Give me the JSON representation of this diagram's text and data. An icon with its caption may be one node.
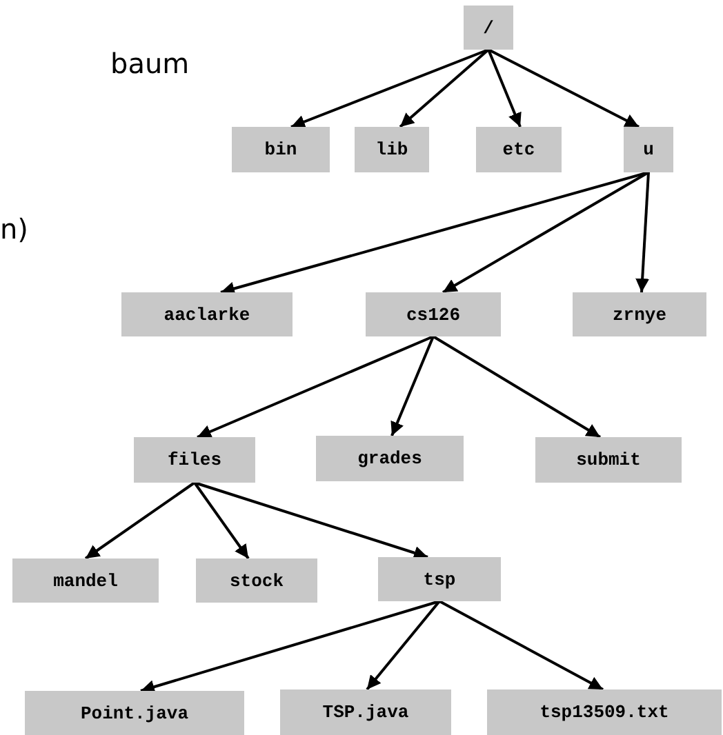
{
  "diagram": {
    "nodes": [
      {
        "text": [
          "/"
        ]
      },
      {
        "text": [
          "bin"
        ]
      },
      {
        "text": [
          "lib"
        ]
      },
      {
        "text": [
          "etc"
        ]
      },
      {
        "text": [
          "u"
        ]
      },
      {
        "text": [
          "aaclarke"
        ]
      },
      {
        "text": [
          "cs126"
        ]
      },
      {
        "text": [
          "zrnye"
        ]
      },
      {
        "text": [
          "files"
        ]
      },
      {
        "text": [
          "grades"
        ]
      },
      {
        "text": [
          "submit"
        ]
      },
      {
        "text": [
          "mandel"
        ]
      },
      {
        "text": [
          "stock"
        ]
      },
      {
        "text": [
          "tsp"
        ]
      },
      {
        "text": [
          "Point.java"
        ]
      },
      {
        "text": [
          "TSP.java"
        ]
      },
      {
        "text": [
          "tsp13509.txt"
        ]
      }
    ],
    "edges": [
      {
        "from": 0,
        "to": 1,
        "arrow": "to"
      },
      {
        "from": 0,
        "to": 2,
        "arrow": "to"
      },
      {
        "from": 0,
        "to": 3,
        "arrow": "to"
      },
      {
        "from": 0,
        "to": 4,
        "arrow": "to"
      },
      {
        "from": 4,
        "to": 5,
        "arrow": "to"
      },
      {
        "from": 4,
        "to": 6,
        "arrow": "to"
      },
      {
        "from": 4,
        "to": 7,
        "arrow": "to"
      },
      {
        "from": 6,
        "to": 8,
        "arrow": "to"
      },
      {
        "from": 6,
        "to": 9,
        "arrow": "to"
      },
      {
        "from": 6,
        "to": 10,
        "arrow": "to"
      },
      {
        "from": 8,
        "to": 11,
        "arrow": "to"
      },
      {
        "from": 8,
        "to": 12,
        "arrow": "to"
      },
      {
        "from": 8,
        "to": 13,
        "arrow": "to"
      },
      {
        "from": 13,
        "to": 14,
        "arrow": "to"
      },
      {
        "from": 13,
        "to": 15,
        "arrow": "to"
      },
      {
        "from": 13,
        "to": 16,
        "arrow": "to"
      }
    ],
    "labels": [
      "baum",
      "n)"
    ]
  }
}
